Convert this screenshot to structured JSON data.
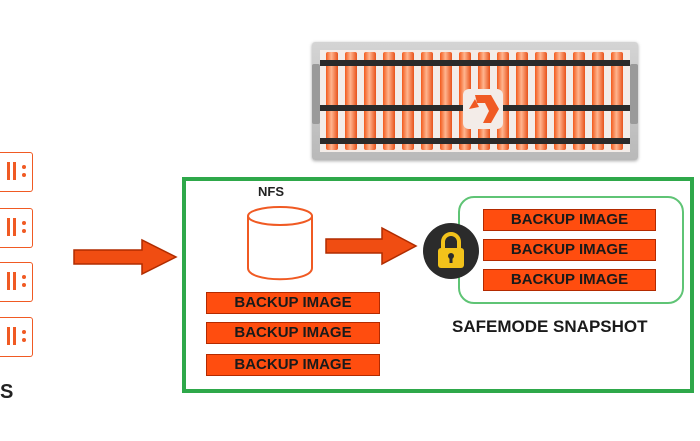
{
  "colors": {
    "accent": "#ff4d0f",
    "frame_green": "#2ea84a",
    "inner_green": "#5fc475",
    "lock_yellow": "#f2c21b"
  },
  "storage_array": {
    "icon": "storage-array-icon"
  },
  "servers": {
    "icon": "server-icon",
    "count": 4
  },
  "clients_label_fragment": "S",
  "nfs": {
    "label": "NFS",
    "icon": "nfs-cylinder-icon",
    "backup_images": [
      "BACKUP IMAGE",
      "BACKUP IMAGE",
      "BACKUP IMAGE"
    ]
  },
  "lock": {
    "icon": "padlock-icon"
  },
  "safemode": {
    "label": "SAFEMODE SNAPSHOT",
    "backup_images": [
      "BACKUP IMAGE",
      "BACKUP IMAGE",
      "BACKUP IMAGE"
    ]
  },
  "arrows": [
    "arrow-right-icon",
    "arrow-right-icon"
  ]
}
